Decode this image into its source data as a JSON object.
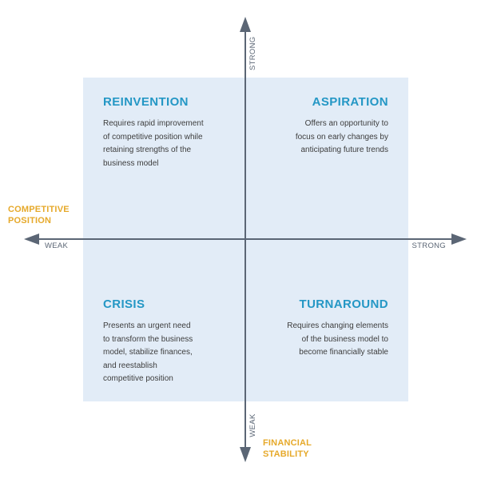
{
  "colors": {
    "quadrant_title": "#2497c5",
    "axis_title": "#e6a92a",
    "axis_line": "#5b6675",
    "matrix_background": "#e2ecf7"
  },
  "axes": {
    "horizontal": {
      "title_line1": "COMPETITIVE",
      "title_line2": "POSITION",
      "low_label": "WEAK",
      "high_label": "STRONG"
    },
    "vertical": {
      "title_line1": "FINANCIAL",
      "title_line2": "STABILITY",
      "low_label": "WEAK",
      "high_label": "STRONG"
    }
  },
  "quadrants": {
    "reinvention": {
      "title": "REINVENTION",
      "lines": [
        "Requires rapid improvement",
        "of competitive position while",
        "retaining strengths of the",
        "business model"
      ]
    },
    "aspiration": {
      "title": "ASPIRATION",
      "lines": [
        "Offers an opportunity to",
        "focus on early changes by",
        "anticipating future trends"
      ]
    },
    "crisis": {
      "title": "CRISIS",
      "lines": [
        "Presents an urgent need",
        "to transform the business",
        "model, stabilize finances,",
        "and reestablish",
        "competitive position"
      ]
    },
    "turnaround": {
      "title": "TURNAROUND",
      "lines": [
        "Requires changing elements",
        "of the business model to",
        "become financially stable"
      ]
    }
  }
}
